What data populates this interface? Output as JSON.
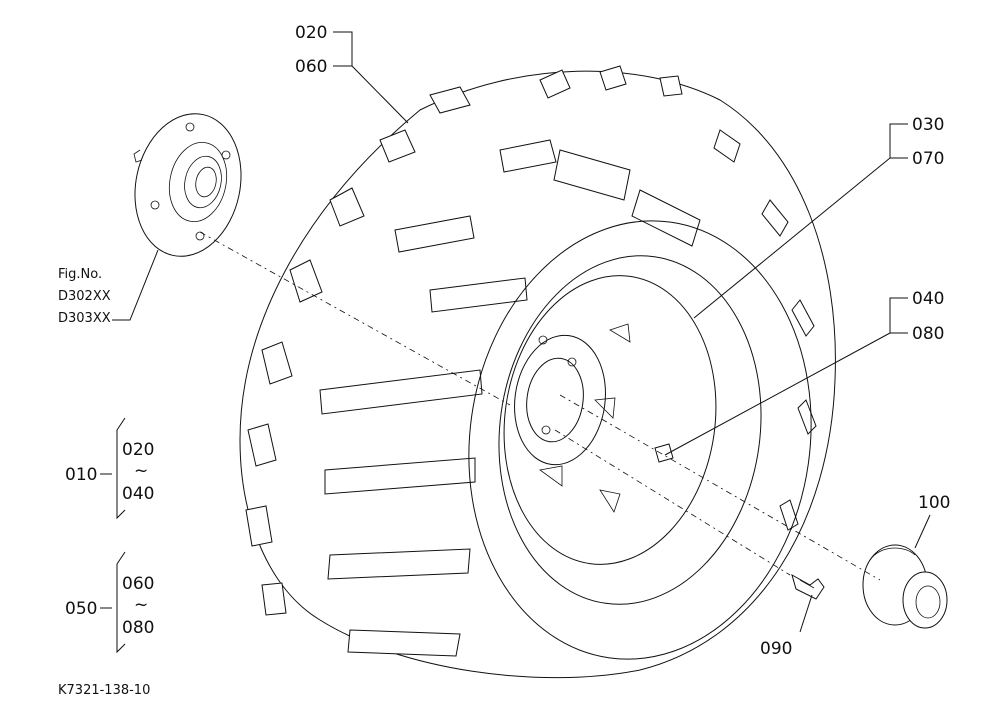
{
  "callouts": {
    "p020a": "020",
    "p060a": "060",
    "p030": "030",
    "p070": "070",
    "p040a": "040",
    "p080a": "080",
    "p100": "100",
    "p090": "090"
  },
  "fig_ref": {
    "line1": "Fig.No.",
    "line2": "D302XX",
    "line3": "D303XX"
  },
  "groups": [
    {
      "id": "010",
      "from": "020",
      "tilde": "~",
      "to": "040"
    },
    {
      "id": "050",
      "from": "060",
      "tilde": "~",
      "to": "080"
    }
  ],
  "drawing_code": "K7321-138-10"
}
